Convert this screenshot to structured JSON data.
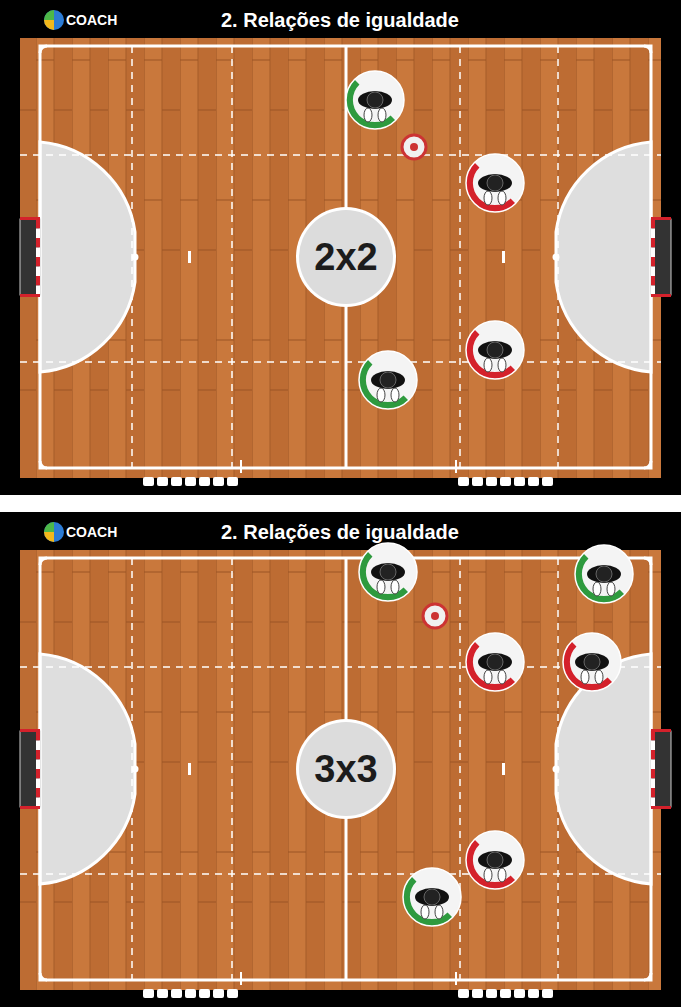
{
  "diagram": {
    "nodes": [
      {
        "text": [
          "2x2"
        ]
      },
      {
        "text": [
          "3x3"
        ]
      }
    ],
    "labels": [
      "2. Relações de igualdade",
      "COACH",
      "2. Relações de igualdade",
      "COACH"
    ]
  }
}
